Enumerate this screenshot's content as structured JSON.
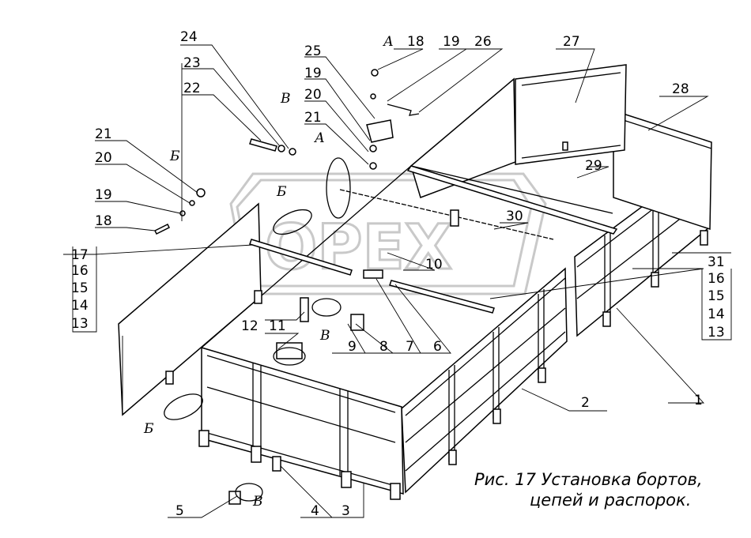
{
  "caption": {
    "line1": "Рис. 17 Установка бортов,",
    "line2": "цепей и распорок."
  },
  "watermark": {
    "text": "OPEX"
  },
  "labels": {
    "n1": "1",
    "n2": "2",
    "n3": "3",
    "n4": "4",
    "n5": "5",
    "n6": "6",
    "n7": "7",
    "n8": "8",
    "n9": "9",
    "n10": "10",
    "n11": "11",
    "n12": "12",
    "n13a": "13",
    "n14a": "14",
    "n15a": "15",
    "n16a": "16",
    "n17": "17",
    "n13b": "13",
    "n14b": "14",
    "n15b": "15",
    "n16b": "16",
    "n18a": "18",
    "n19a": "19",
    "n20a": "20",
    "n21a": "21",
    "n22": "22",
    "n23": "23",
    "n24": "24",
    "n25": "25",
    "n18b": "18",
    "n19b": "19",
    "n19c": "19",
    "n20b": "20",
    "n21b": "21",
    "n26": "26",
    "n27": "27",
    "n28": "28",
    "n29": "29",
    "n30": "30",
    "n31": "31"
  },
  "view_letters": {
    "a1": "А",
    "a2": "А",
    "b1": "Б",
    "b2": "Б",
    "b3": "Б",
    "v1": "В",
    "v2": "В",
    "v3": "В"
  }
}
